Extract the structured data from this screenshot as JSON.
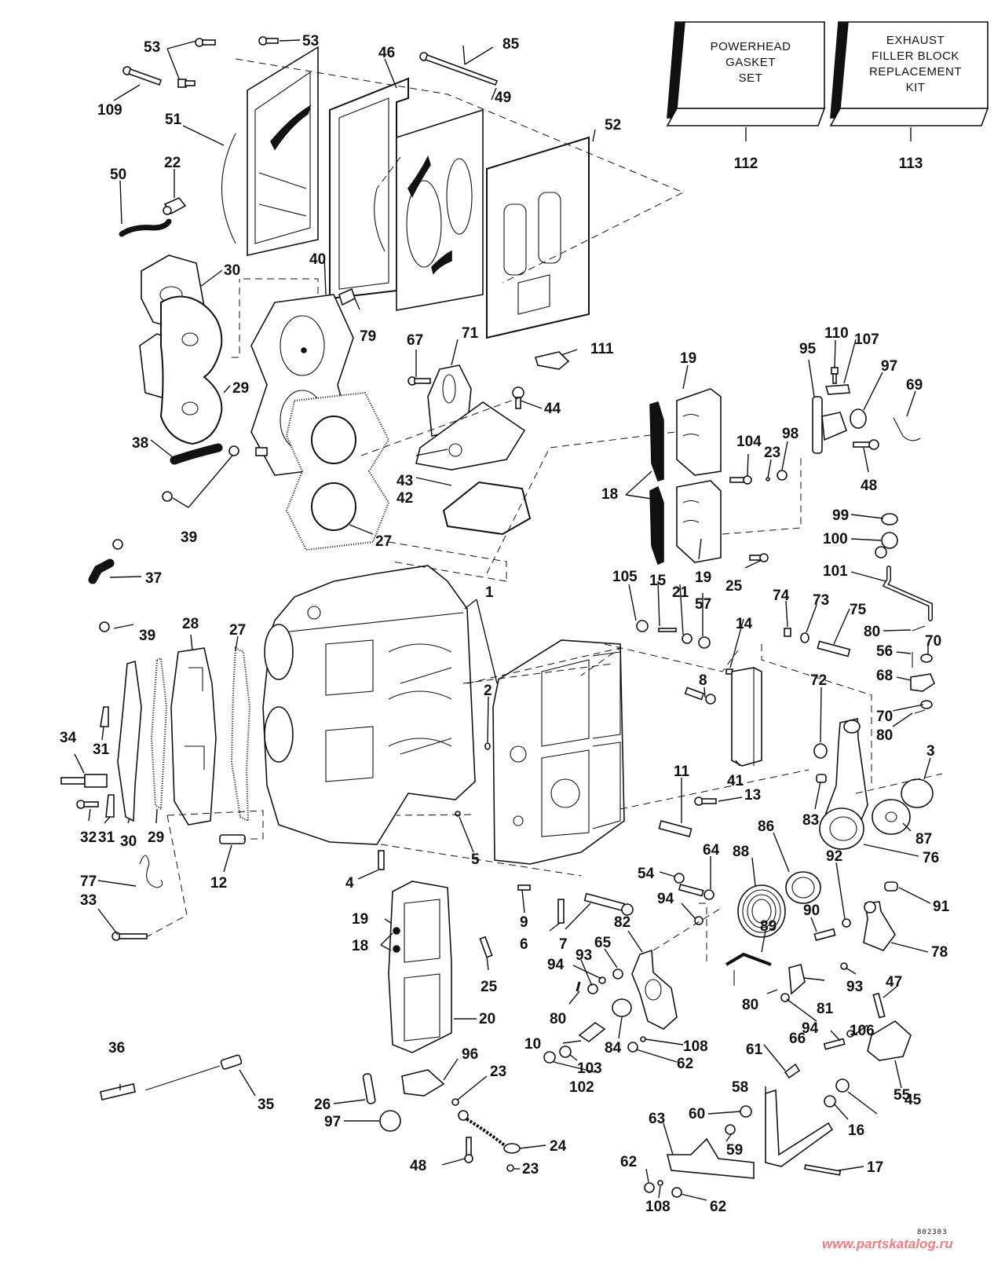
{
  "diagram": {
    "title": "Powerhead / Cylinder & Crankcase Exploded Parts View",
    "reference_number": "802303",
    "watermark": "www.partskatalog.ru",
    "kits": [
      {
        "number": "112",
        "lines": [
          "POWERHEAD",
          "GASKET",
          "SET"
        ]
      },
      {
        "number": "113",
        "lines": [
          "EXHAUST",
          "FILLER BLOCK",
          "REPLACEMENT",
          "KIT"
        ]
      }
    ],
    "callouts": [
      {
        "id": "c53a",
        "text": "53"
      },
      {
        "id": "c53b",
        "text": "53"
      },
      {
        "id": "c109",
        "text": "109"
      },
      {
        "id": "c51",
        "text": "51"
      },
      {
        "id": "c46",
        "text": "46"
      },
      {
        "id": "c85",
        "text": "85"
      },
      {
        "id": "c49",
        "text": "49"
      },
      {
        "id": "c52",
        "text": "52"
      },
      {
        "id": "c50",
        "text": "50"
      },
      {
        "id": "c22",
        "text": "22"
      },
      {
        "id": "c30a",
        "text": "30"
      },
      {
        "id": "c40",
        "text": "40"
      },
      {
        "id": "c79",
        "text": "79"
      },
      {
        "id": "c29a",
        "text": "29"
      },
      {
        "id": "c38",
        "text": "38"
      },
      {
        "id": "c39a",
        "text": "39"
      },
      {
        "id": "c67",
        "text": "67"
      },
      {
        "id": "c71",
        "text": "71"
      },
      {
        "id": "c111",
        "text": "111"
      },
      {
        "id": "c44",
        "text": "44"
      },
      {
        "id": "c43",
        "text": "43"
      },
      {
        "id": "c42",
        "text": "42"
      },
      {
        "id": "c27a",
        "text": "27"
      },
      {
        "id": "c37",
        "text": "37"
      },
      {
        "id": "c39b",
        "text": "39"
      },
      {
        "id": "c28",
        "text": "28"
      },
      {
        "id": "c27b",
        "text": "27"
      },
      {
        "id": "c34",
        "text": "34"
      },
      {
        "id": "c31a",
        "text": "31"
      },
      {
        "id": "c32",
        "text": "32"
      },
      {
        "id": "c31b",
        "text": "31"
      },
      {
        "id": "c30b",
        "text": "30"
      },
      {
        "id": "c29b",
        "text": "29"
      },
      {
        "id": "c12",
        "text": "12"
      },
      {
        "id": "c77",
        "text": "77"
      },
      {
        "id": "c33",
        "text": "33"
      },
      {
        "id": "c1",
        "text": "1"
      },
      {
        "id": "c2",
        "text": "2"
      },
      {
        "id": "c5",
        "text": "5"
      },
      {
        "id": "c4",
        "text": "4"
      },
      {
        "id": "c19a",
        "text": "19"
      },
      {
        "id": "c18a",
        "text": "18"
      },
      {
        "id": "c19b",
        "text": "19"
      },
      {
        "id": "c104",
        "text": "104"
      },
      {
        "id": "c23a",
        "text": "23"
      },
      {
        "id": "c98",
        "text": "98"
      },
      {
        "id": "c25a",
        "text": "25"
      },
      {
        "id": "c95",
        "text": "95"
      },
      {
        "id": "c110",
        "text": "110"
      },
      {
        "id": "c107",
        "text": "107"
      },
      {
        "id": "c97a",
        "text": "97"
      },
      {
        "id": "c69",
        "text": "69"
      },
      {
        "id": "c48a",
        "text": "48"
      },
      {
        "id": "c99",
        "text": "99"
      },
      {
        "id": "c100",
        "text": "100"
      },
      {
        "id": "c101",
        "text": "101"
      },
      {
        "id": "c105",
        "text": "105"
      },
      {
        "id": "c15",
        "text": "15"
      },
      {
        "id": "c21",
        "text": "21"
      },
      {
        "id": "c57",
        "text": "57"
      },
      {
        "id": "c14",
        "text": "14"
      },
      {
        "id": "c74",
        "text": "74"
      },
      {
        "id": "c73",
        "text": "73"
      },
      {
        "id": "c75",
        "text": "75"
      },
      {
        "id": "c80a",
        "text": "80"
      },
      {
        "id": "c70a",
        "text": "70"
      },
      {
        "id": "c56",
        "text": "56"
      },
      {
        "id": "c68",
        "text": "68"
      },
      {
        "id": "c70b",
        "text": "70"
      },
      {
        "id": "c80b",
        "text": "80"
      },
      {
        "id": "c8",
        "text": "8"
      },
      {
        "id": "c72",
        "text": "72"
      },
      {
        "id": "c3",
        "text": "3"
      },
      {
        "id": "c41",
        "text": "41"
      },
      {
        "id": "c13",
        "text": "13"
      },
      {
        "id": "c83",
        "text": "83"
      },
      {
        "id": "c11",
        "text": "11"
      },
      {
        "id": "c87",
        "text": "87"
      },
      {
        "id": "c86",
        "text": "86"
      },
      {
        "id": "c76",
        "text": "76"
      },
      {
        "id": "c64",
        "text": "64"
      },
      {
        "id": "c88",
        "text": "88"
      },
      {
        "id": "c92",
        "text": "92"
      },
      {
        "id": "c54",
        "text": "54"
      },
      {
        "id": "c91",
        "text": "91"
      },
      {
        "id": "c94a",
        "text": "94"
      },
      {
        "id": "c90",
        "text": "90"
      },
      {
        "id": "c9",
        "text": "9"
      },
      {
        "id": "c6",
        "text": "6"
      },
      {
        "id": "c7",
        "text": "7"
      },
      {
        "id": "c82",
        "text": "82"
      },
      {
        "id": "c78",
        "text": "78"
      },
      {
        "id": "c89",
        "text": "89"
      },
      {
        "id": "c19c",
        "text": "19"
      },
      {
        "id": "c18b",
        "text": "18"
      },
      {
        "id": "c25b",
        "text": "25"
      },
      {
        "id": "c65",
        "text": "65"
      },
      {
        "id": "c94b",
        "text": "94"
      },
      {
        "id": "c93a",
        "text": "93"
      },
      {
        "id": "c93b",
        "text": "93"
      },
      {
        "id": "c47",
        "text": "47"
      },
      {
        "id": "c80c",
        "text": "80"
      },
      {
        "id": "c81",
        "text": "81"
      },
      {
        "id": "c94c",
        "text": "94"
      },
      {
        "id": "c20",
        "text": "20"
      },
      {
        "id": "c80d",
        "text": "80"
      },
      {
        "id": "c84",
        "text": "84"
      },
      {
        "id": "c106",
        "text": "106"
      },
      {
        "id": "c66",
        "text": "66"
      },
      {
        "id": "c10",
        "text": "10"
      },
      {
        "id": "c108a",
        "text": "108"
      },
      {
        "id": "c103",
        "text": "103"
      },
      {
        "id": "c62a",
        "text": "62"
      },
      {
        "id": "c61",
        "text": "61"
      },
      {
        "id": "c45",
        "text": "45"
      },
      {
        "id": "c36",
        "text": "36"
      },
      {
        "id": "c96",
        "text": "96"
      },
      {
        "id": "c102",
        "text": "102"
      },
      {
        "id": "c58",
        "text": "58"
      },
      {
        "id": "c55",
        "text": "55"
      },
      {
        "id": "c35",
        "text": "35"
      },
      {
        "id": "c26",
        "text": "26"
      },
      {
        "id": "c23b",
        "text": "23"
      },
      {
        "id": "c97b",
        "text": "97"
      },
      {
        "id": "c60",
        "text": "60"
      },
      {
        "id": "c63",
        "text": "63"
      },
      {
        "id": "c16",
        "text": "16"
      },
      {
        "id": "c59",
        "text": "59"
      },
      {
        "id": "c24",
        "text": "24"
      },
      {
        "id": "c62b",
        "text": "62"
      },
      {
        "id": "c17",
        "text": "17"
      },
      {
        "id": "c48b",
        "text": "48"
      },
      {
        "id": "c23c",
        "text": "23"
      },
      {
        "id": "c108b",
        "text": "108"
      },
      {
        "id": "c62c",
        "text": "62"
      }
    ]
  }
}
